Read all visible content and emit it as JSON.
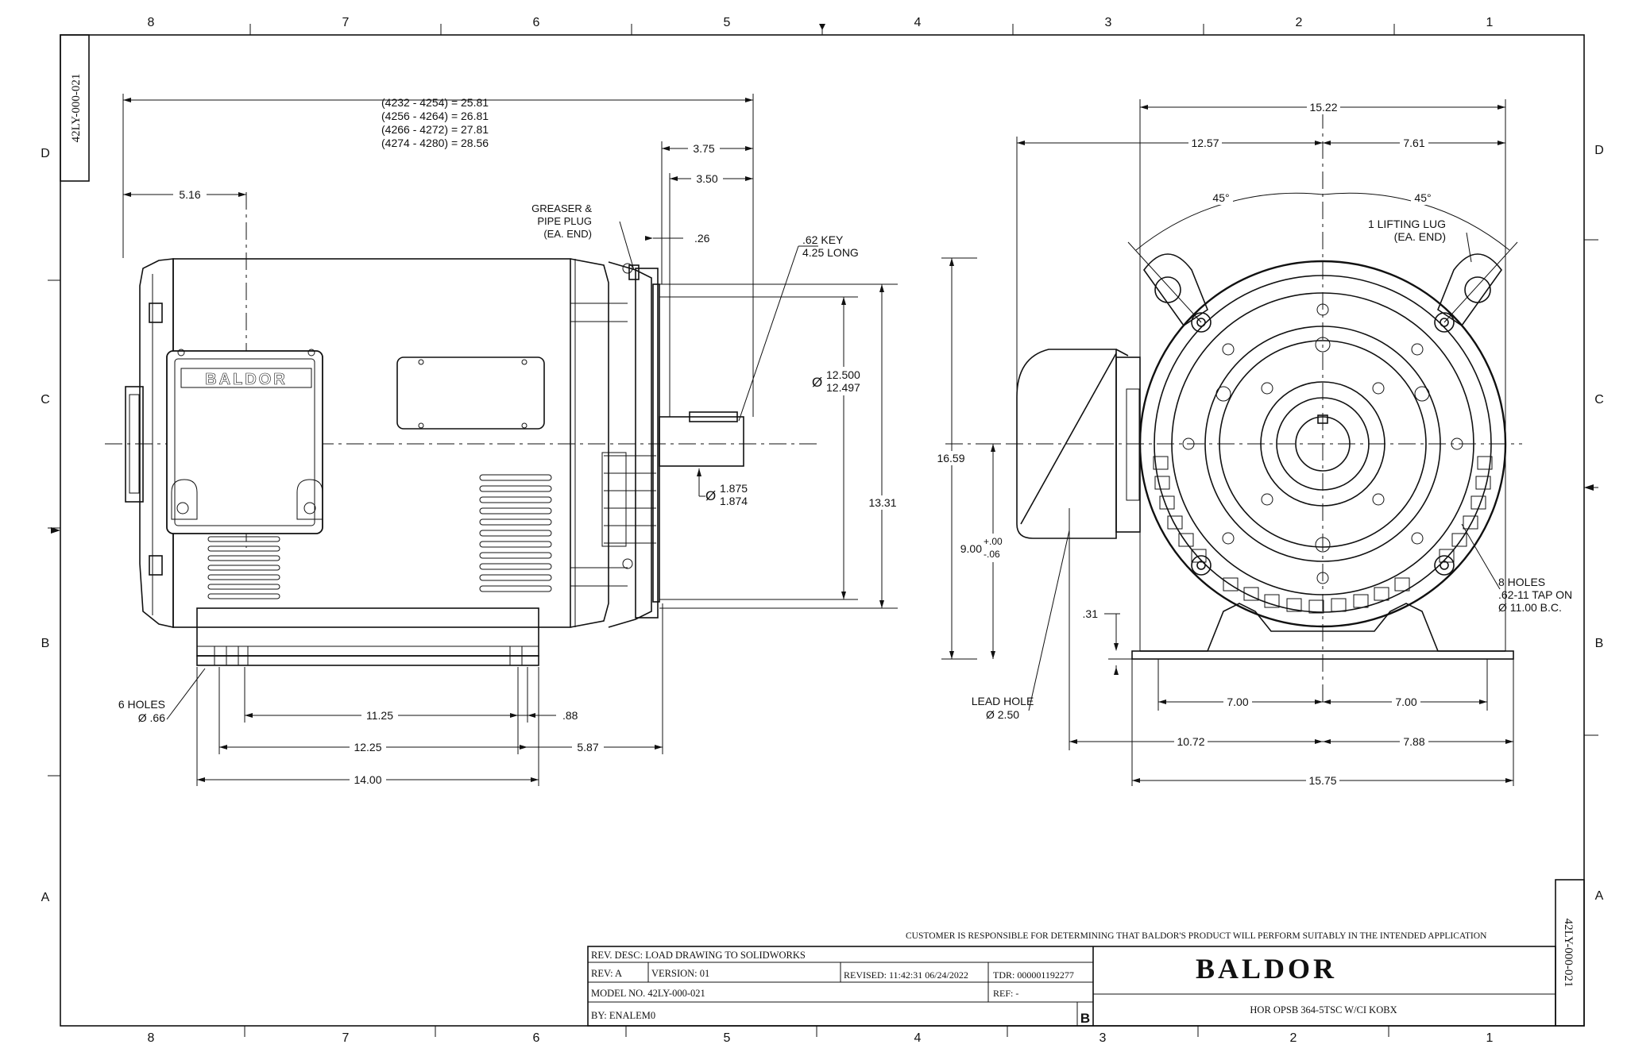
{
  "border": {
    "col_labels": [
      "8",
      "7",
      "6",
      "5",
      "4",
      "3",
      "2",
      "1"
    ],
    "row_labels": [
      "D",
      "C",
      "B",
      "A"
    ]
  },
  "drawing_number": "42LY-000-021",
  "side_view": {
    "length_table": [
      "(4232 - 4254) = 25.81",
      "(4256 - 4264) = 26.81",
      "(4266 - 4272) = 27.81",
      "(4274 - 4280) = 28.56"
    ],
    "dim_5_16": "5.16",
    "dim_3_75": "3.75",
    "dim_3_50": "3.50",
    "dim_26": ".26",
    "greaser_note": [
      "GREASER &",
      "PIPE PLUG",
      "(EA. END)"
    ],
    "key_note": [
      ".62 KEY",
      "4.25 LONG"
    ],
    "pilot_dia": [
      "12.500",
      "12.497"
    ],
    "shaft_dia": [
      "1.875",
      "1.874"
    ],
    "dim_13_31": "13.31",
    "holes_note": [
      "6 HOLES",
      "Ø .66"
    ],
    "dim_11_25": "11.25",
    "dim_88": ".88",
    "dim_12_25": "12.25",
    "dim_5_87": "5.87",
    "dim_14_00": "14.00",
    "brand": "BALDOR"
  },
  "end_view": {
    "dim_15_22": "15.22",
    "dim_12_57": "12.57",
    "dim_7_61": "7.61",
    "angle_left": "45°",
    "angle_right": "45°",
    "lifting_note": [
      "1 LIFTING LUG",
      "(EA. END)"
    ],
    "dim_16_59": "16.59",
    "dim_9_00": "9.00",
    "tol_9_00": [
      "+.00",
      "-.06"
    ],
    "dim_31": ".31",
    "lead_note": [
      "LEAD HOLE",
      "Ø 2.50"
    ],
    "tap_note": [
      "8 HOLES",
      ".62-11 TAP ON",
      "Ø 11.00 B.C."
    ],
    "dim_7_00_left": "7.00",
    "dim_7_00_right": "7.00",
    "dim_10_72": "10.72",
    "dim_7_88": "7.88",
    "dim_15_75": "15.75"
  },
  "disclaimer": "CUSTOMER IS RESPONSIBLE FOR DETERMINING THAT BALDOR'S PRODUCT WILL PERFORM SUITABLY IN THE INTENDED APPLICATION",
  "title_block": {
    "rev_desc": "REV. DESC: LOAD DRAWING TO SOLIDWORKS",
    "rev": "REV:  A",
    "version": "VERSION:  01",
    "revised": "REVISED:  11:42:31 06/24/2022",
    "tdr": "TDR: 000001192277",
    "model": "MODEL NO.  42LY-000-021",
    "ref": "REF:  -",
    "by": "BY: ENALEM0",
    "size": "B",
    "logo": "BALDOR",
    "description": "HOR OPSB 364-5TSC W/CI KOBX"
  }
}
